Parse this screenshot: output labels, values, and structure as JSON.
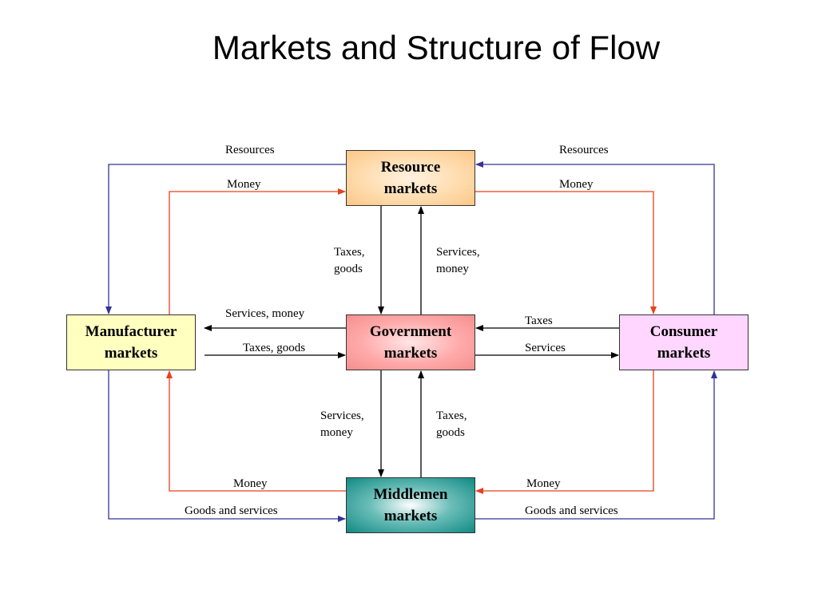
{
  "title": "Markets and Structure of Flow",
  "boxes": {
    "resource": [
      "Resource",
      "markets"
    ],
    "government": [
      "Government",
      "markets"
    ],
    "middlemen": [
      "Middlemen",
      "markets"
    ],
    "manufacturer": [
      "Manufacturer",
      "markets"
    ],
    "consumer": [
      "Consumer",
      "markets"
    ]
  },
  "labels": {
    "top_left_resources": "Resources",
    "top_left_money": "Money",
    "top_right_resources": "Resources",
    "top_right_money": "Money",
    "res_gov_down": "Taxes,\ngoods",
    "res_gov_up": "Services,\nmoney",
    "mfr_gov_services": "Services, money",
    "mfr_gov_taxes": "Taxes, goods",
    "gov_con_taxes": "Taxes",
    "gov_con_services": "Services",
    "gov_mid_down": "Services,\nmoney",
    "gov_mid_up": "Taxes,\ngoods",
    "bottom_left_money": "Money",
    "bottom_left_goods": "Goods and services",
    "bottom_right_money": "Money",
    "bottom_right_goods": "Goods and services"
  },
  "colors": {
    "blue_flow": "#333399",
    "red_flow": "#e8401c",
    "black_flow": "#000000"
  }
}
